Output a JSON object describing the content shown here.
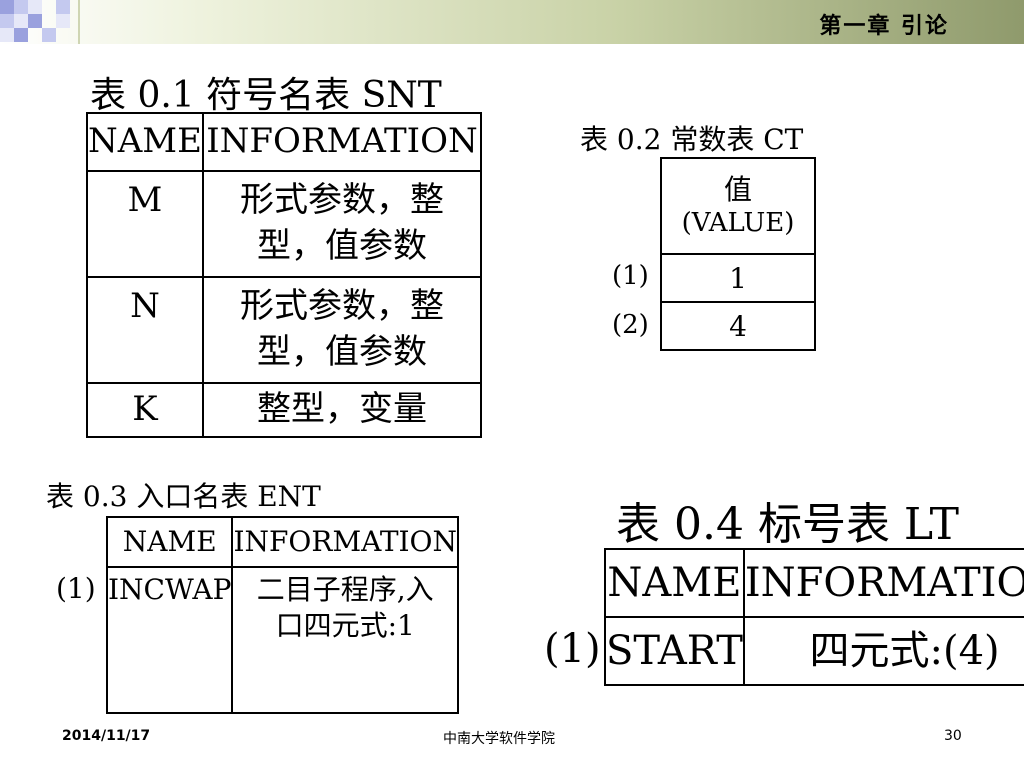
{
  "header": {
    "chapter": "第一章 引论"
  },
  "tables": {
    "snt": {
      "caption": "表 0.1 符号名表 SNT",
      "headers": [
        "NAME",
        "INFORMATION"
      ],
      "rows": [
        {
          "name": "M",
          "info": "形式参数，整型，值参数"
        },
        {
          "name": "N",
          "info": "形式参数，整型，值参数"
        },
        {
          "name": "K",
          "info": "整型，变量"
        }
      ]
    },
    "ct": {
      "caption": "表 0.2 常数表 CT",
      "header_line1": "值",
      "header_line2": "(VALUE)",
      "rows": [
        {
          "label": "(1)",
          "value": "1"
        },
        {
          "label": "(2)",
          "value": "4"
        }
      ]
    },
    "ent": {
      "caption": "表 0.3 入口名表 ENT",
      "headers": [
        "NAME",
        "INFORMATION"
      ],
      "rows": [
        {
          "label": "(1)",
          "name": "INCWAP",
          "info": "二目子程序,入口四元式:1"
        }
      ]
    },
    "lt": {
      "caption": "表 0.4 标号表 LT",
      "headers": [
        "NAME",
        "INFORMATION"
      ],
      "rows": [
        {
          "label": "(1)",
          "name": "START",
          "info": "四元式:(4)"
        }
      ]
    }
  },
  "footer": {
    "date": "2014/11/17",
    "org": "中南大学软件学院",
    "page": "30"
  }
}
